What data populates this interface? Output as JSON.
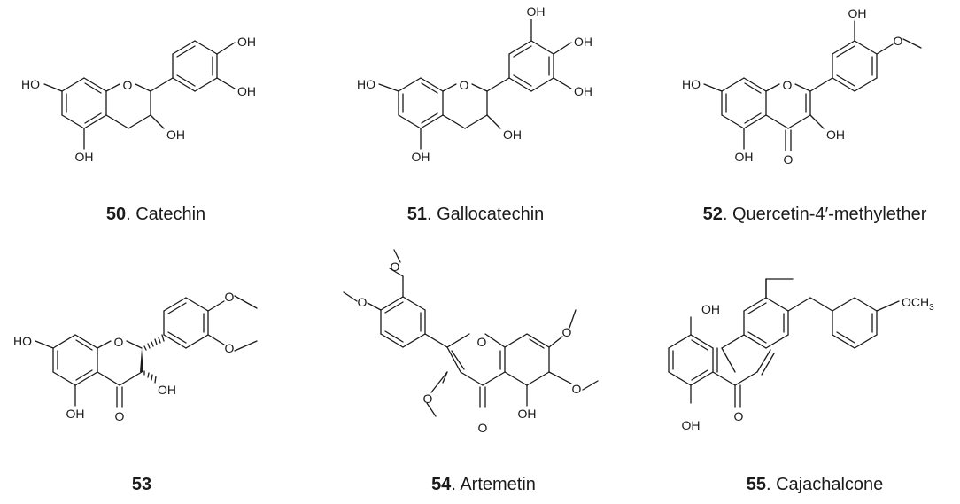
{
  "compounds": [
    {
      "number": "50",
      "name": "Catechin",
      "separator": ". "
    },
    {
      "number": "51",
      "name": "Gallocatechin",
      "separator": ". "
    },
    {
      "number": "52",
      "name": "Quercetin-4′-methylether",
      "separator": ". "
    },
    {
      "number": "53",
      "name": "",
      "separator": ""
    },
    {
      "number": "54",
      "name": "Artemetin",
      "separator": ". "
    },
    {
      "number": "55",
      "name": "Cajachalcone",
      "separator": ". "
    }
  ],
  "atom_labels": {
    "oh": "OH",
    "ho": "HO",
    "o": "O",
    "och3": "OCH",
    "sub3": "3"
  }
}
